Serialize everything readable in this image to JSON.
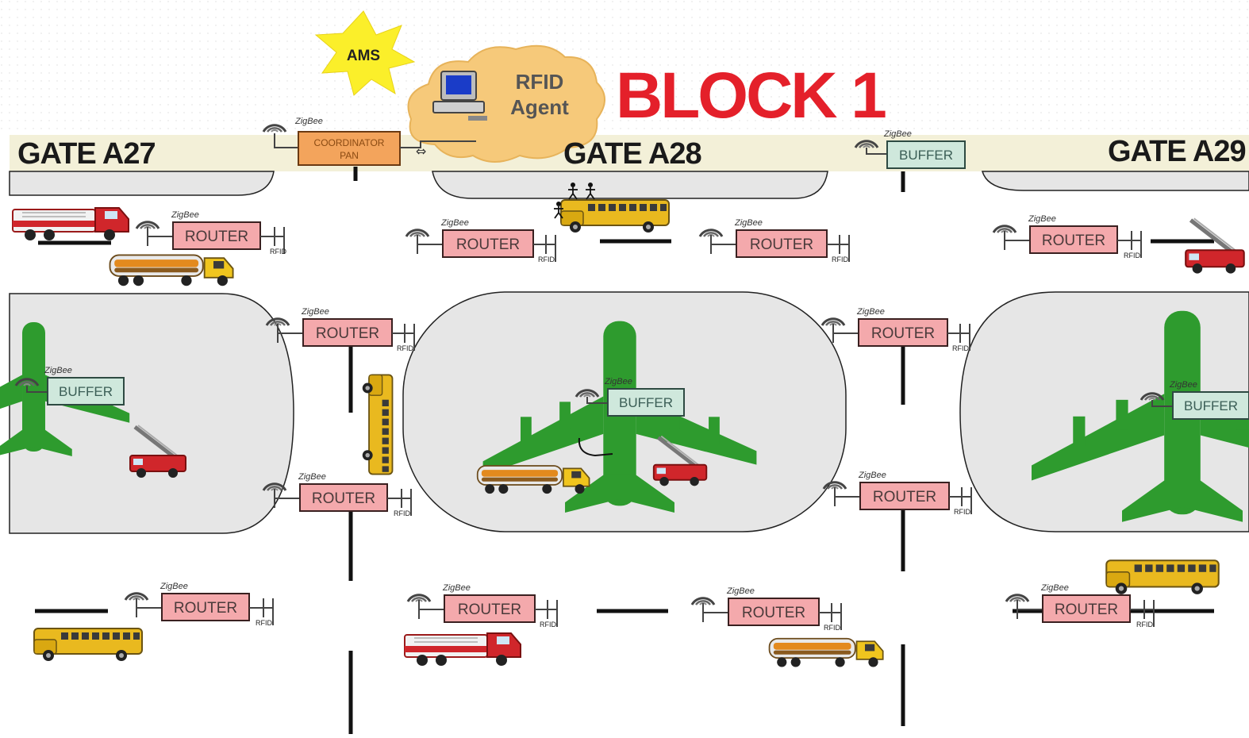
{
  "title": "BLOCK 1",
  "gates": [
    "GATE A27",
    "GATE A28",
    "GATE A29"
  ],
  "ams": "AMS",
  "agent": {
    "line1": "RFID",
    "line2": "Agent"
  },
  "coordinator": {
    "line1": "COORDINATOR",
    "line2": "PAN"
  },
  "labels": {
    "router": "ROUTER",
    "buffer": "BUFFER",
    "zigbee": "ZigBee",
    "rfid": "RFID"
  },
  "colors": {
    "title_red": "#e4202a",
    "gate_band": "#f3f0d8",
    "router_fill": "#f4a9ac",
    "buffer_fill": "#cfe8dc",
    "coordinator_fill": "#f3a45c",
    "aircraft_green": "#2e9b2e",
    "stand_gray": "#e6e6e6",
    "ams_star": "#fbef2a",
    "cloud_fill": "#f6c97a"
  },
  "icons": [
    "star-icon",
    "cloud-icon",
    "computer-icon",
    "antenna-icon",
    "airplane-icon",
    "bus-icon",
    "fuel-truck-icon",
    "fire-engine-icon",
    "ladder-truck-icon",
    "person-icon",
    "usb-icon"
  ]
}
